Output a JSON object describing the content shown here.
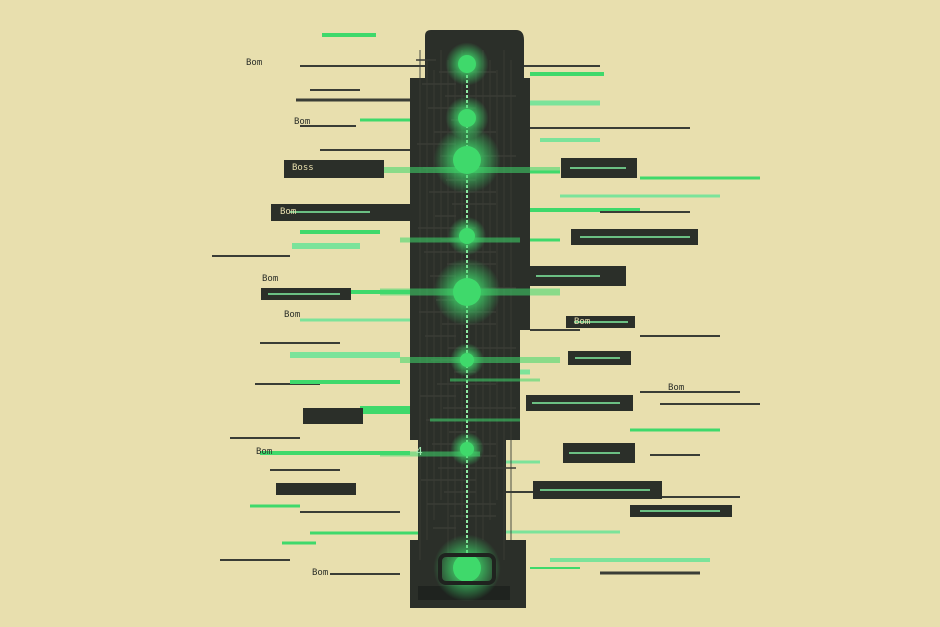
{
  "colors": {
    "background": "#e8dfae",
    "panel": "#2b2f29",
    "panel_dark": "#1f231f",
    "accent": "#3fd96b",
    "accent_soft": "#7be39a",
    "line_dark": "#3a3d36"
  },
  "labels": {
    "top_left": "Bom",
    "mid_left_a": "Bom",
    "mid_left_b": "Bom",
    "mid_left_c": "Bom",
    "mid_left_d": "Bom",
    "box_a": "Boss",
    "box_b": "Bom",
    "box_c": "Bom",
    "lower_left": "Bom",
    "lower_left_b": "Bom",
    "number_mark": "4"
  }
}
